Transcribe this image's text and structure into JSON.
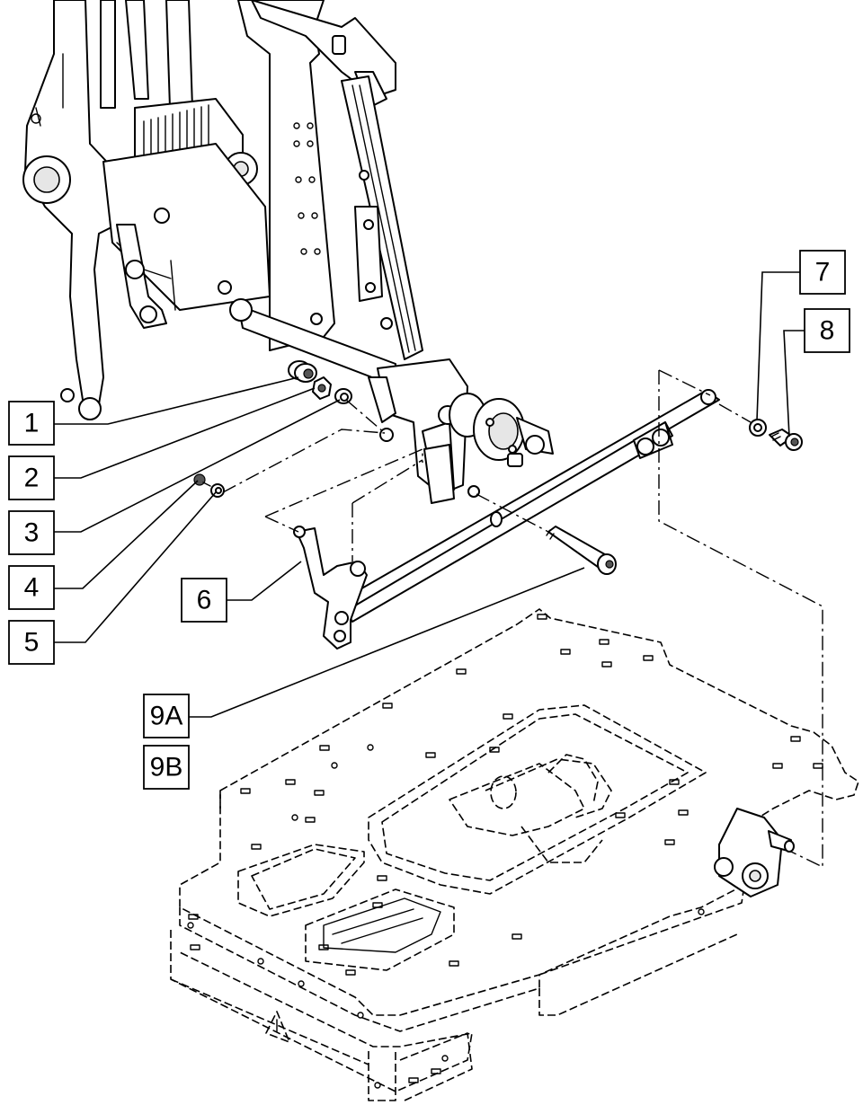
{
  "callouts": [
    {
      "id": "c1",
      "label": "1"
    },
    {
      "id": "c2",
      "label": "2"
    },
    {
      "id": "c3",
      "label": "3"
    },
    {
      "id": "c4",
      "label": "4"
    },
    {
      "id": "c5",
      "label": "5"
    },
    {
      "id": "c6",
      "label": "6"
    },
    {
      "id": "c7",
      "label": "7"
    },
    {
      "id": "c8",
      "label": "8"
    },
    {
      "id": "c9a",
      "label": "9A"
    },
    {
      "id": "c9b",
      "label": "9B"
    }
  ]
}
